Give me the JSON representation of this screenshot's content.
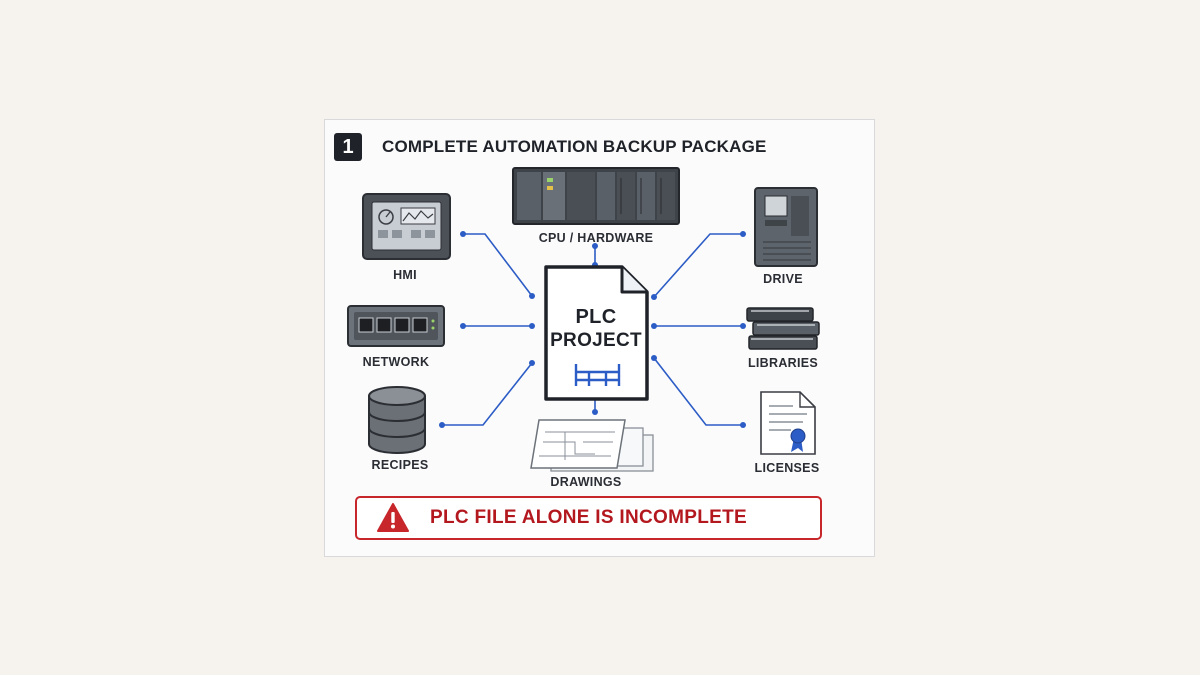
{
  "header": {
    "number": "1",
    "title": "COMPLETE AUTOMATION BACKUP PACKAGE"
  },
  "center": {
    "line1": "PLC",
    "line2": "PROJECT"
  },
  "nodes": {
    "hmi": "HMI",
    "network": "NETWORK",
    "recipes": "RECIPES",
    "cpu": "CPU / HARDWARE",
    "drawings": "DRAWINGS",
    "drive": "DRIVE",
    "libraries": "LIBRARIES",
    "licenses": "LICENSES"
  },
  "warning": {
    "text": "PLC FILE ALONE IS INCOMPLETE",
    "icon": "warning-triangle-icon"
  },
  "colors": {
    "connector": "#2c5cc5",
    "warning": "#c7262b",
    "dark": "#1f2329"
  }
}
